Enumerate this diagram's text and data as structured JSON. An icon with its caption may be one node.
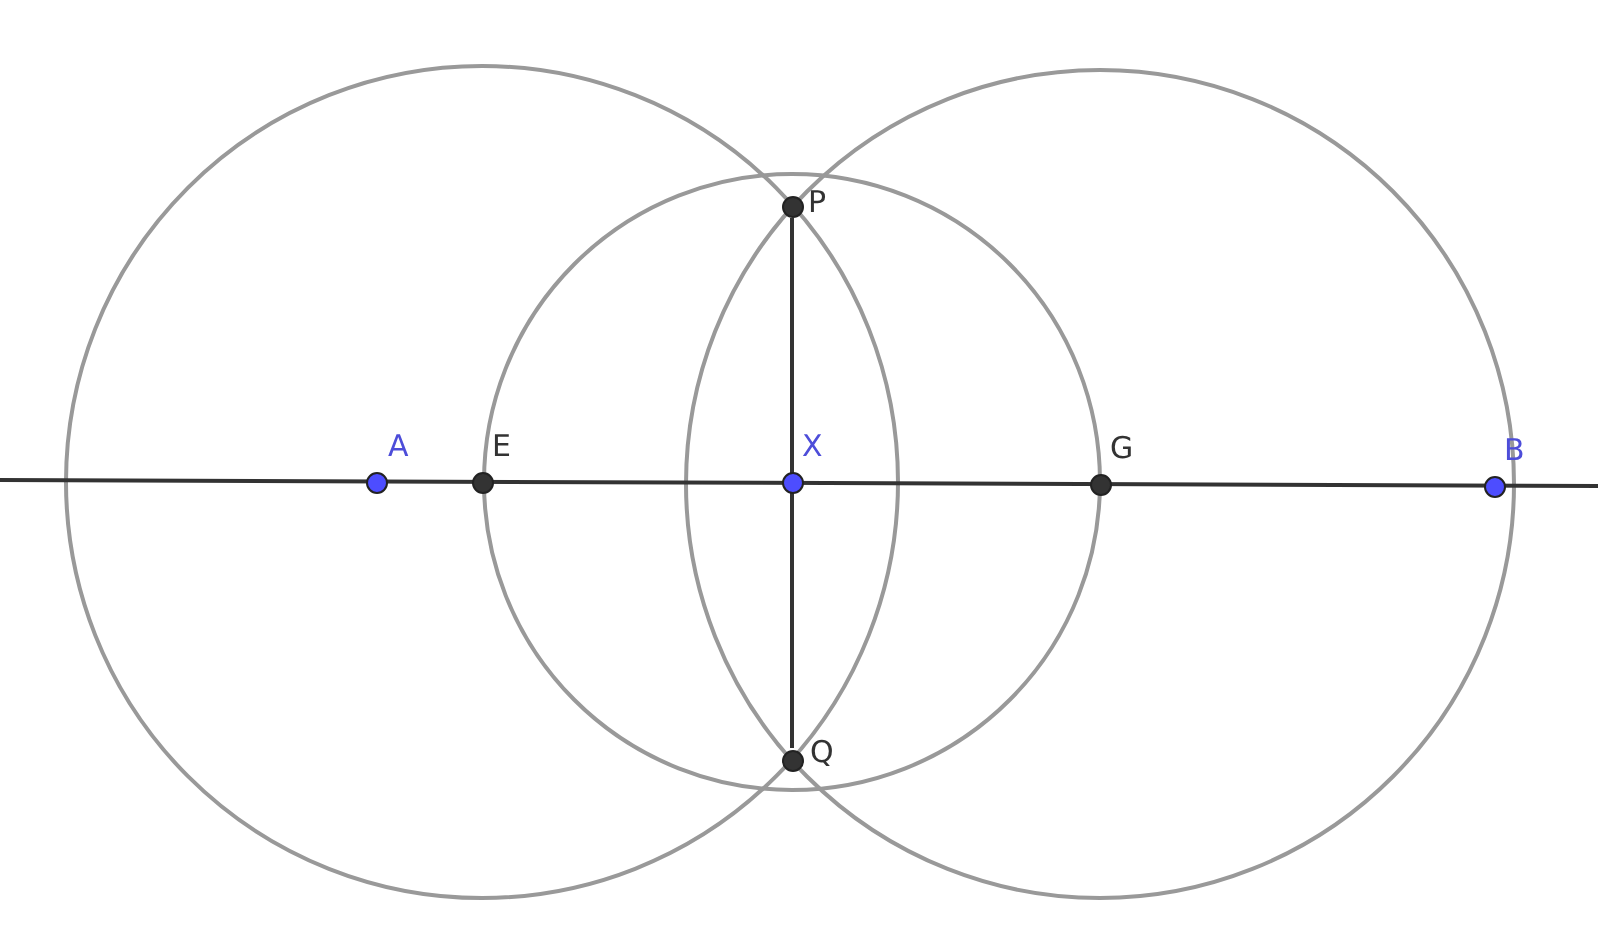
{
  "diagram": {
    "nodes": [
      {
        "text": [
          "P"
        ]
      },
      {
        "text": [
          "A"
        ]
      },
      {
        "text": [
          "E"
        ]
      },
      {
        "text": [
          "X"
        ]
      },
      {
        "text": [
          "G"
        ]
      },
      {
        "text": [
          "B"
        ]
      },
      {
        "text": [
          "Q"
        ]
      }
    ],
    "edges": [
      {
        "from": 0,
        "to": 6,
        "arrow": "none"
      }
    ]
  }
}
